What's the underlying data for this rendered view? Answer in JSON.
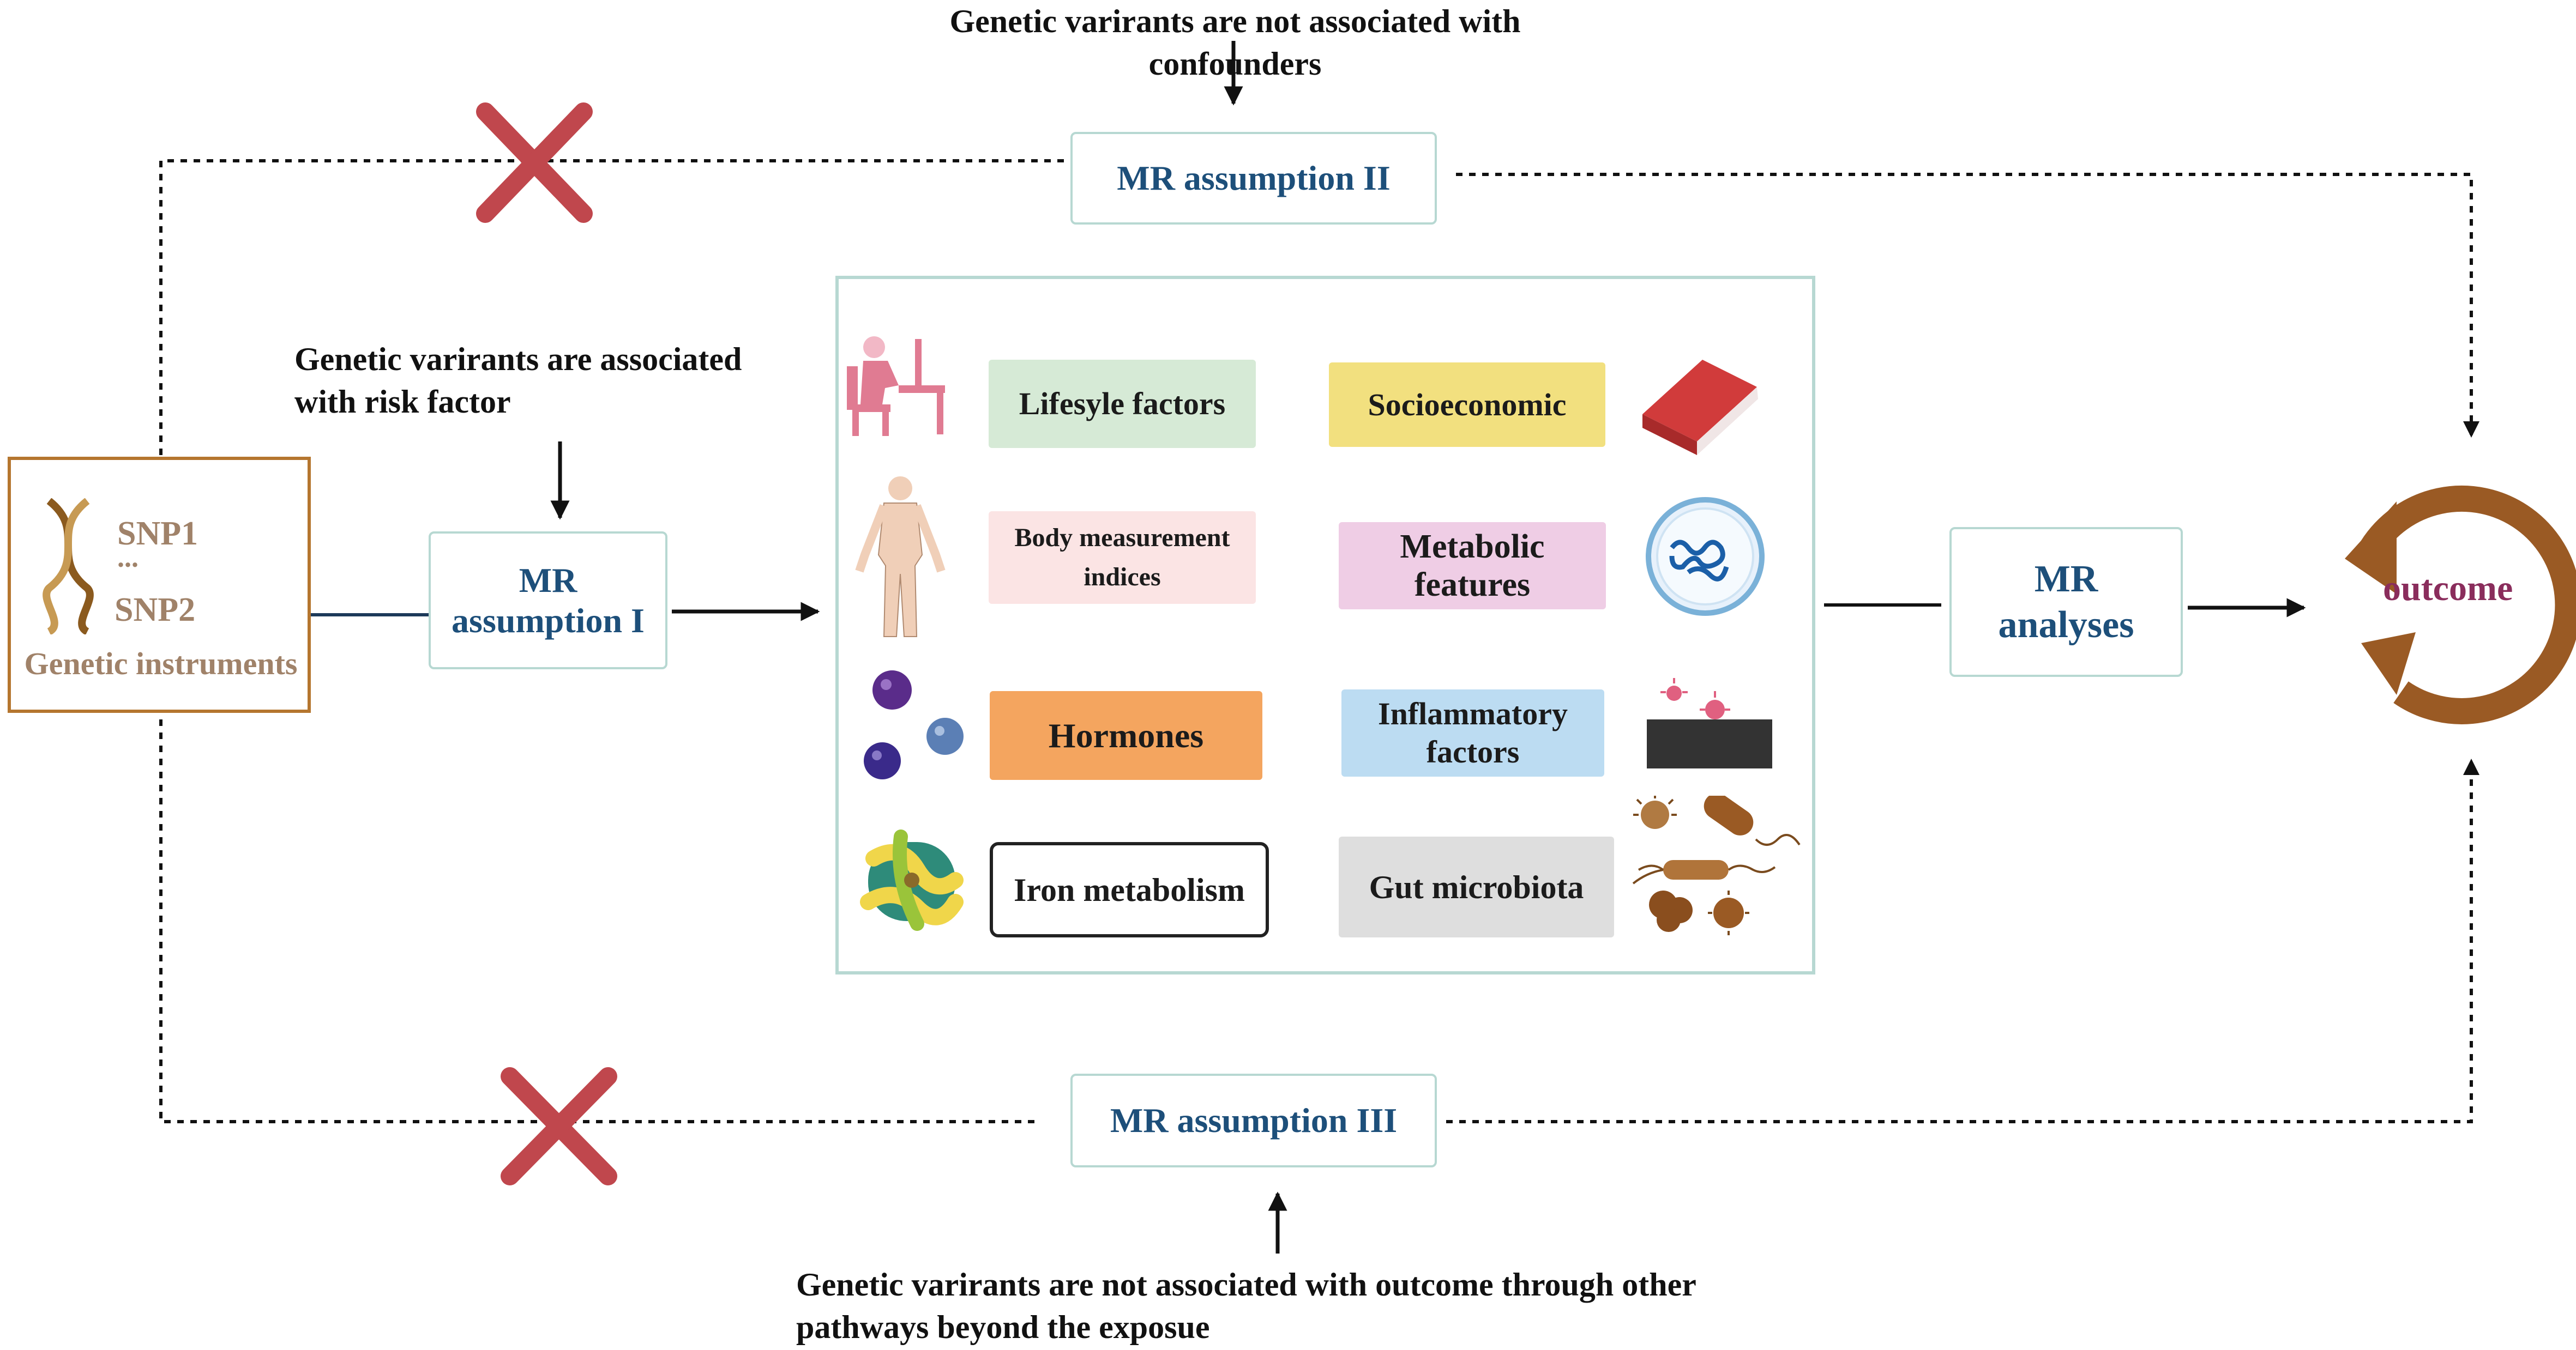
{
  "top_note": "Genetic varirants are not associated with confounders",
  "risk_note": [
    "Genetic varirants are associated",
    "with risk factor"
  ],
  "bottom_note": [
    "Genetic varirants are not associated with outcome through other",
    "pathways beyond the exposue"
  ],
  "assumption_1": [
    "MR",
    "assumption I"
  ],
  "assumption_2": "MR assumption II",
  "assumption_3": "MR assumption III",
  "analyses": [
    "MR",
    "analyses"
  ],
  "outcome": "outcome",
  "instruments": {
    "snp1": "SNP1",
    "dots": "...",
    "snp2": "SNP2",
    "label": "Genetic instruments"
  },
  "categories": {
    "lifestyle": "Lifesyle factors",
    "socioeconomic": "Socioeconomic",
    "body": [
      "Body measurement",
      "indices"
    ],
    "metabolic": [
      "Metabolic",
      "features"
    ],
    "hormones": "Hormones",
    "inflammatory": [
      "Inflammatory",
      "factors"
    ],
    "iron": "Iron metabolism",
    "gut": "Gut microbiota"
  },
  "colors": {
    "lifestyle": "#d6ead6",
    "socioeconomic": "#f2e07f",
    "body": "#fbe4e4",
    "metabolic": "#efcde5",
    "hormones": "#f4a55f",
    "inflammatory": "#bcdcf2",
    "iron": "#ffffff",
    "gut": "#dedede",
    "assumption_border": "#b7d8d2",
    "assumption_text": "#1d4f7a",
    "instrument_border": "#b5762f",
    "outcome_arrow": "#9a5a24",
    "outcome_text": "#8a2d5c",
    "cross": "#c0474d"
  },
  "icons": [
    "dna-icon",
    "person-at-desk-icon",
    "human-body-icon",
    "spheres-icon",
    "book-icon",
    "petri-dish-icon",
    "cell-surface-icon",
    "protein-icon",
    "bacteria-icon",
    "cross-mark-icon"
  ]
}
